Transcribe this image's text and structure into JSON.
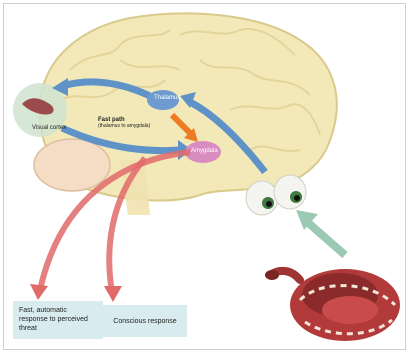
{
  "labels": {
    "visual_cortex": "Visual cortex",
    "thalamus": "Thalamus",
    "amygdala": "Amygdala",
    "fast_path": "Fast path",
    "fast_path_sub": "(thalamus to amygdala)"
  },
  "outputs": {
    "left_box": "Fast, automatic response to perceived threat",
    "right_box": "Conscious response"
  },
  "colors": {
    "brain": "#f3e9b8",
    "brain_outline": "#d9c98a",
    "arrow_blue": "#5f93c8",
    "arrow_orange": "#ee7a24",
    "arrow_red": "#e06a6a",
    "arrow_green": "#9cc9b3",
    "thalamus": "#6d9bd0",
    "amygdala": "#d98cc0",
    "box": "#d8ebee"
  }
}
